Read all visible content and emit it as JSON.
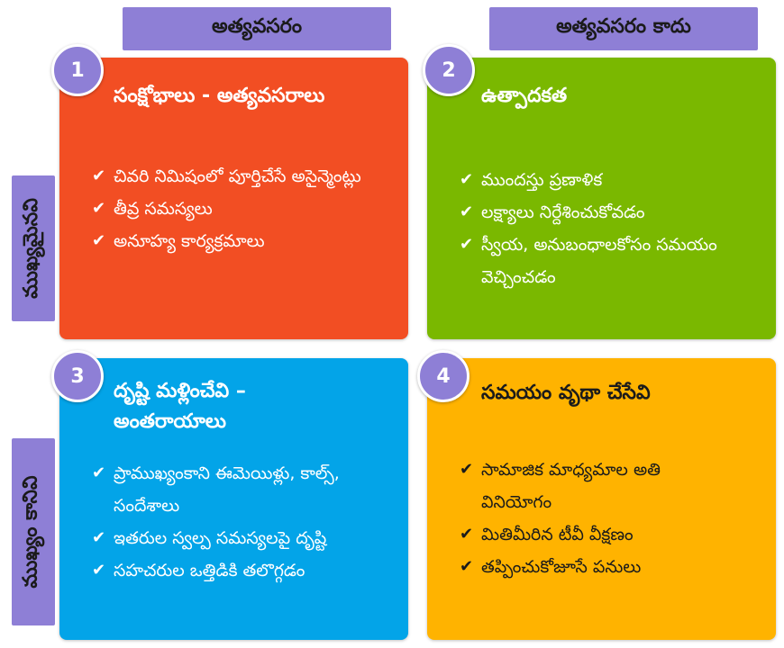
{
  "columns": [
    "అత్యవసరం",
    "అత్యవసరం కాదు"
  ],
  "rows": [
    "ముఖ్యమైనవి",
    "ముఖ్యం కానివి"
  ],
  "quadrants": [
    {
      "number": "1",
      "title": "సంక్షోభాలు - అత్యవసరాలు",
      "color": "#f24e23",
      "items": [
        "చివరి నిమిషంలో పూర్తిచేసే అసైన్మెంట్లు",
        "తీవ్ర సమస్యలు",
        "అనూహ్య కార్యక్రమాలు"
      ]
    },
    {
      "number": "2",
      "title": "ఉత్పాదకత",
      "color": "#7ab800",
      "items": [
        "ముందస్తు ప్రణాళిక",
        "లక్ష్యాలు నిర్దేశించుకోవడం",
        "స్వీయ, అనుబంధాలకోసం సమయం వెచ్చించడం"
      ]
    },
    {
      "number": "3",
      "title": "దృష్టి మళ్లించేవి – అంతరాయాలు",
      "color": "#03a4e8",
      "items": [
        "ప్రాముఖ్యంకాని ఈమెయిళ్లు, కాల్స్, సందేశాలు",
        "ఇతరుల స్వల్ప సమస్యలపై దృష్టి",
        "సహచరుల ఒత్తిడికి తలొగ్గడం"
      ]
    },
    {
      "number": "4",
      "title": "సమయం వృథా చేసేవి",
      "color": "#ffb300",
      "items": [
        "సామాజిక మాధ్యమాల అతి వినియోగం",
        "మితిమీరిన టీవీ వీక్షణం",
        "తప్పించుకోజూసే పనులు"
      ]
    }
  ],
  "icons": {
    "badge": "circle-number",
    "bullet": "checkmark-icon"
  }
}
